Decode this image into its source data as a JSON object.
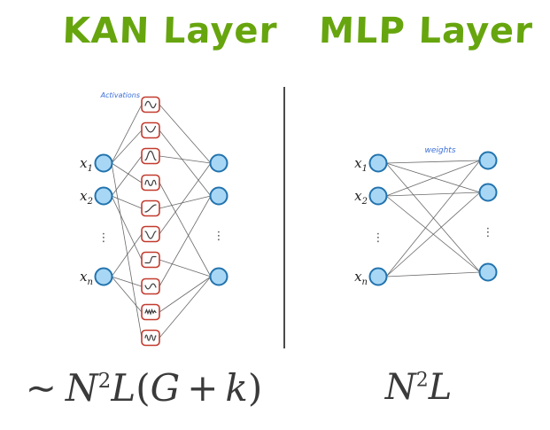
{
  "titles": {
    "kan": "KAN Layer",
    "mlp": "MLP Layer"
  },
  "kan_diagram": {
    "annotation": "Activations",
    "input_labels": [
      {
        "base": "x",
        "sub": "1"
      },
      {
        "base": "x",
        "sub": "2"
      },
      {
        "base": "x",
        "sub": "n"
      }
    ],
    "ellipsis": "⋮",
    "activation_shapes": [
      "sine",
      "u-curve",
      "bump",
      "m-wave",
      "sigmoid",
      "dip",
      "step",
      "wave",
      "zigzag",
      "squiggle"
    ]
  },
  "mlp_diagram": {
    "annotation": "weights",
    "input_labels": [
      {
        "base": "x",
        "sub": "1"
      },
      {
        "base": "x",
        "sub": "2"
      },
      {
        "base": "x",
        "sub": "n"
      }
    ],
    "ellipsis": "⋮"
  },
  "formulas": {
    "kan": {
      "sim": "∼",
      "N": "N",
      "sup": "2",
      "L": "L",
      "open": "(",
      "G": "G",
      "plus": "+",
      "k": "k",
      "close": ")"
    },
    "mlp": {
      "N": "N",
      "sup": "2",
      "L": "L"
    }
  },
  "colors": {
    "title_green": "#67a50e",
    "node_fill": "#a8d7f5",
    "node_stroke": "#2273ae",
    "activation_box": "#c23b2e",
    "edge": "#5a5a5a",
    "annotation_blue": "#3a6fd8",
    "formula": "#3a3a3a",
    "divider": "#4a4a4a"
  }
}
